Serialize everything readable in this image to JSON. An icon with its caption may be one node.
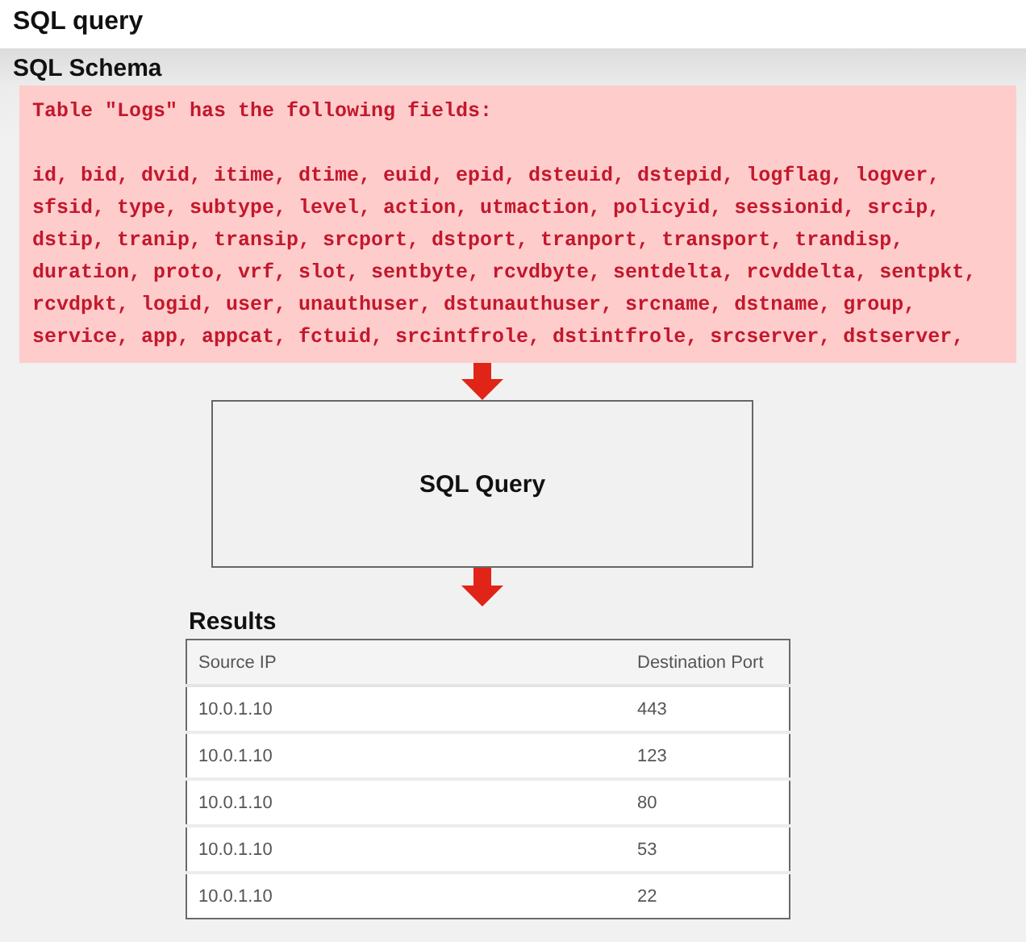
{
  "diagram": {
    "title": "SQL query",
    "nodes": [
      {
        "text": [
          "SQL Schema",
          "Table \"Logs\" has the following fields:",
          "id, bid, dvid, itime, dtime, euid, epid, dsteuid, dstepid, logflag, logver, sfsid, type, subtype, level, action, utmaction, policyid, sessionid, srcip, dstip, tranip, transip, srcport, dstport, tranport, transport, trandisp, duration, proto, vrf, slot, sentbyte, rcvdbyte, sentdelta, rcvddelta, sentpkt, rcvdpkt, logid, user, unauthuser, dstunauthuser, srcname, dstname, group, service, app, appcat, fctuid, srcintfrole, dstintfrole, srcserver, dstserver,"
        ]
      },
      {
        "text": [
          "SQL Query"
        ]
      },
      {
        "text": [
          "Results",
          "Source IP",
          "Destination Port",
          "10.0.1.10",
          "443",
          "10.0.1.10",
          "123",
          "10.0.1.10",
          "80",
          "10.0.1.10",
          "53",
          "10.0.1.10",
          "22"
        ]
      }
    ],
    "edges": [
      {
        "from": 0,
        "to": 1,
        "arrow": "to"
      },
      {
        "from": 1,
        "to": 2,
        "arrow": "to"
      }
    ]
  }
}
